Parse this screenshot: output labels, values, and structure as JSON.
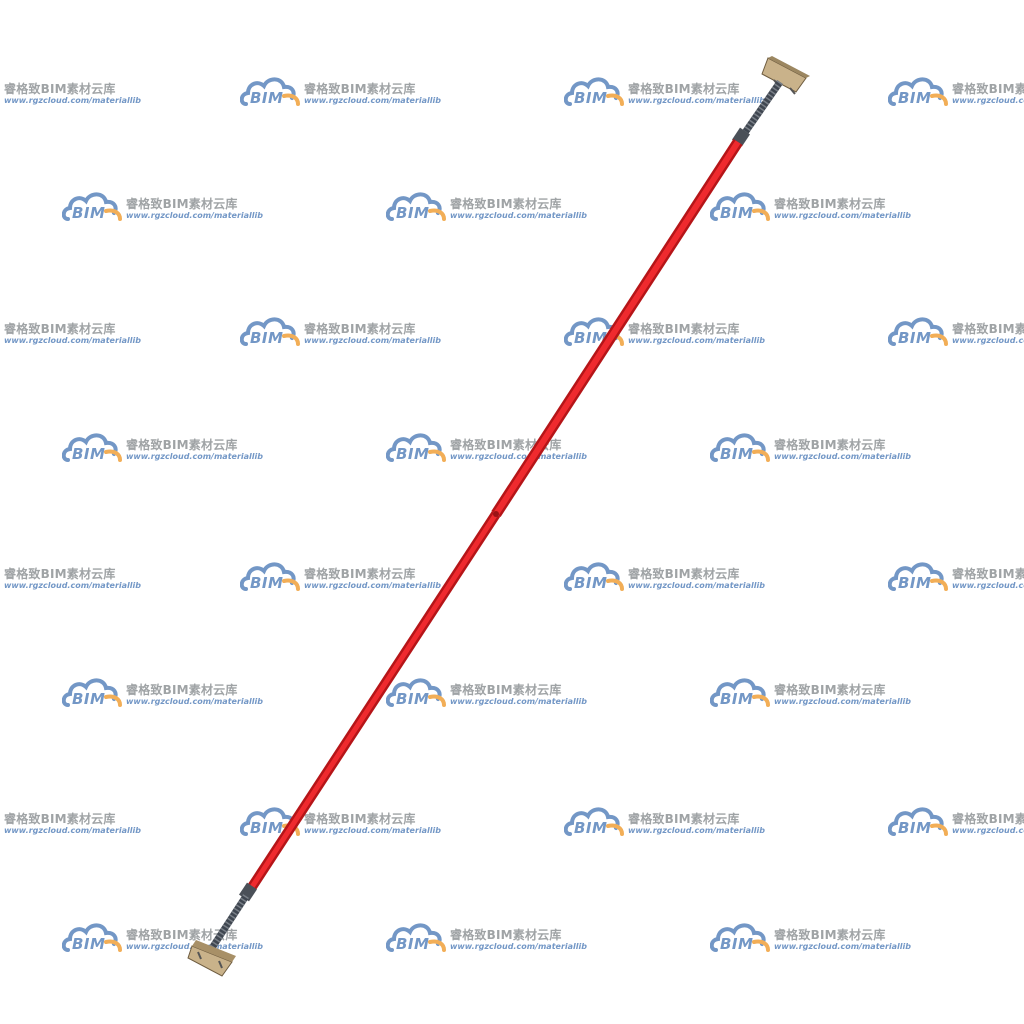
{
  "watermark": {
    "logo_text": "BIM",
    "title": "睿格致BIM素材云库",
    "url": "www.rgzcloud.com/materiallib"
  },
  "colors": {
    "tube": "#e8262a",
    "tube_shadow": "#b51518",
    "thread": "#3f4650",
    "plate": "#c9b28a",
    "logo_blue": "#5b86bd",
    "logo_orange": "#f0a13a",
    "title_gray": "#8f9396"
  }
}
